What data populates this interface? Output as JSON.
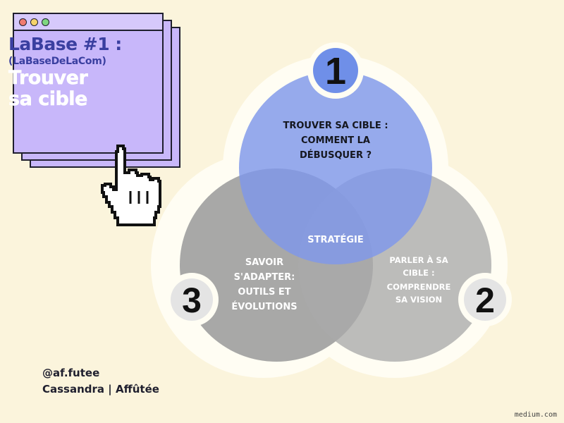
{
  "card": {
    "title_line1": "LaBase #1 :",
    "title_line2": "(LaBaseDeLaCom)",
    "title_line3": "Trouver",
    "title_line4": "sa cible"
  },
  "diagram": {
    "center_label": "STRATÉGIE",
    "circles": [
      {
        "number": "1",
        "lines": [
          "TROUVER SA CIBLE :",
          "COMMENT LA",
          "DÉBUSQUER ?"
        ],
        "color": "#7f97ea"
      },
      {
        "number": "2",
        "lines": [
          "PARLER À SA",
          "CIBLE :",
          "COMPRENDRE",
          "SA VISION"
        ],
        "color": "#a9a9a9"
      },
      {
        "number": "3",
        "lines": [
          "SAVOIR",
          "S'ADAPTER:",
          "OUTILS ET",
          "ÉVOLUTIONS"
        ],
        "color": "#9e9e9e"
      }
    ]
  },
  "credit": {
    "handle": "@af.futee",
    "name": "Cassandra | Affûtée"
  },
  "source": "medium.com",
  "colors": {
    "background": "#fbf4dc",
    "card": "#c8b7fa",
    "title_blue": "#3a3fa0",
    "badge_blue": "#6f8fe8"
  },
  "icons": [
    "pointer-hand-icon",
    "window-dot-icon"
  ]
}
